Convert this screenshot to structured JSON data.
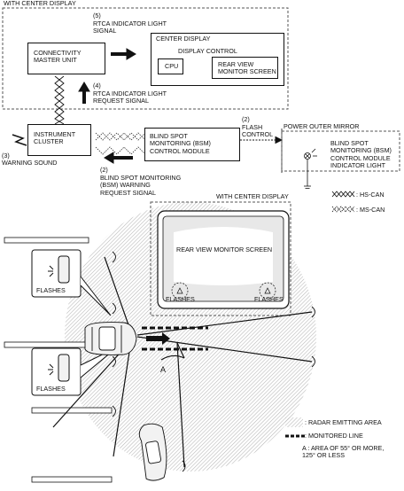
{
  "with_center_display_top": "WITH CENTER DISPLAY",
  "step5_number": "(5)",
  "step5_label": "RTCA INDICATOR LIGHT\nSIGNAL",
  "connectivity_master_unit": "CONNECTIVITY\nMASTER UNIT",
  "center_display": "CENTER DISPLAY",
  "display_control": "DISPLAY CONTROL",
  "cpu": "CPU",
  "rear_view_monitor_screen_box": "REAR VIEW\nMONITOR SCREEN",
  "step4_number": "(4)",
  "step4_label": "RTCA INDICATOR LIGHT\nREQUEST SIGNAL",
  "instrument_cluster": "INSTRUMENT\nCLUSTER",
  "step3_label": "(3)\nWARNING SOUND",
  "bsm_module": "BLIND SPOT\nMONITORING (BSM)\nCONTROL MODULE",
  "step2_flash_number": "(2)",
  "step2_flash_label": "FLASH\nCONTROL",
  "power_outer_mirror": "POWER OUTER MIRROR",
  "bsm_indicator": "BLIND SPOT\nMONITORING (BSM)\nCONTROL MODULE\nINDICATOR LIGHT",
  "step2_warning_number": "(2)",
  "step2_warning_label": "BLIND SPOT MONITORING\n(BSM) WARNING\nREQUEST SIGNAL",
  "with_center_display_mid": "WITH CENTER DISPLAY",
  "legend_hs_can": ": HS-CAN",
  "legend_ms_can": ": MS-CAN",
  "rear_view_monitor_screen": "REAR VIEW MONITOR SCREEN",
  "flashes_screen_left": "FLASHES",
  "flashes_screen_right": "FLASHES",
  "flashes_mirror_upper": "FLASHES",
  "flashes_mirror_lower": "FLASHES",
  "area_label_a": "A",
  "legend_radar": ": RADAR EMITTING AREA",
  "legend_monitored": ": MONITORED LINE",
  "legend_area_a": "A : AREA OF 55° OR MORE,\n     125° OR LESS"
}
